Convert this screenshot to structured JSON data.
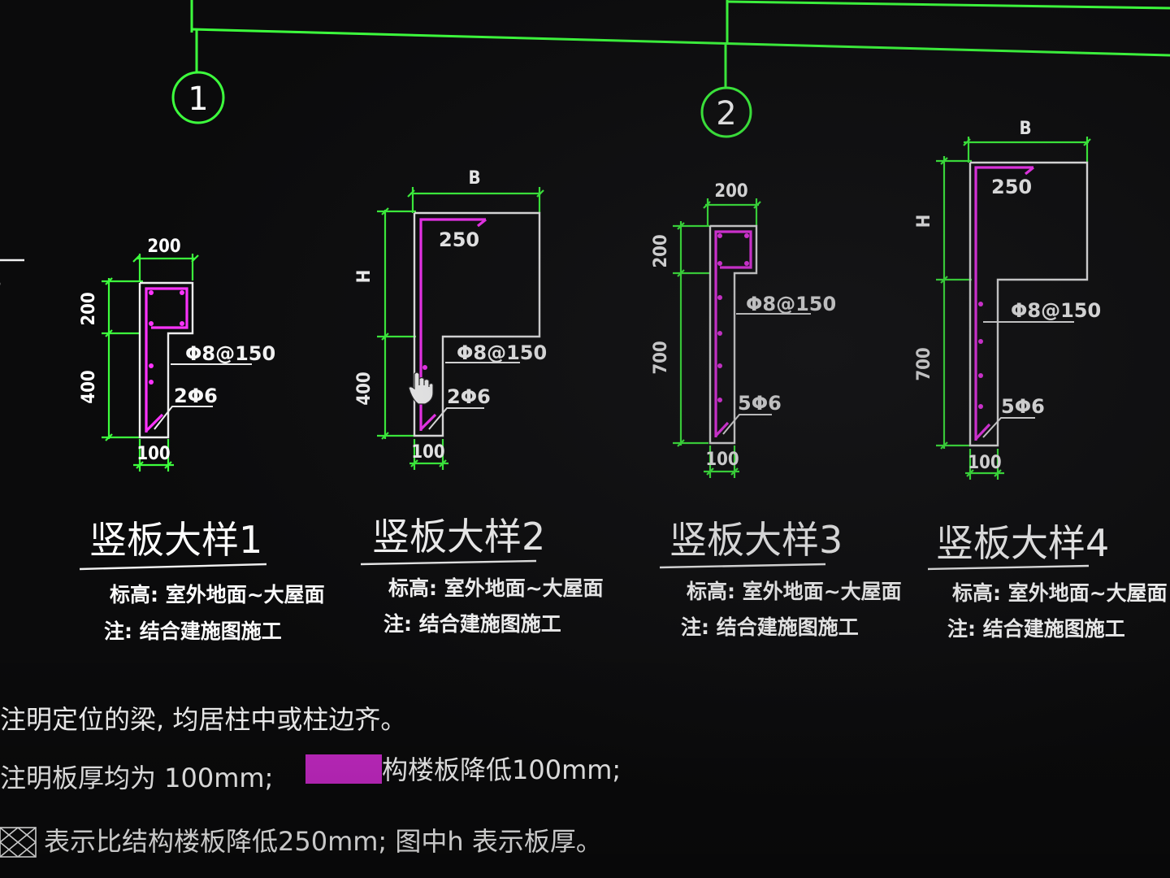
{
  "axes": [
    {
      "label": "1"
    },
    {
      "label": "2"
    }
  ],
  "details": [
    {
      "dims": {
        "width": "200",
        "top": "200",
        "height": "400",
        "bottom": "100"
      },
      "rebar_main": "Φ8@150",
      "rebar_dist": "2Φ6",
      "title": "竖板大样1",
      "elevation": "标高: 室外地面~大屋面",
      "note": "注: 结合建施图施工"
    },
    {
      "dims": {
        "width": "B",
        "flange": "250",
        "height": "H",
        "lower": "400",
        "bottom": "100"
      },
      "rebar_main": "Φ8@150",
      "rebar_dist": "2Φ6",
      "title": "竖板大样2",
      "elevation": "标高: 室外地面~大屋面",
      "note": "注: 结合建施图施工"
    },
    {
      "dims": {
        "width": "200",
        "top": "200",
        "height": "700",
        "bottom": "100"
      },
      "rebar_main": "Φ8@150",
      "rebar_dist": "5Φ6",
      "title": "竖板大样3",
      "elevation": "标高: 室外地面~大屋面",
      "note": "注: 结合建施图施工"
    },
    {
      "dims": {
        "width": "B",
        "flange": "250",
        "height": "H",
        "lower": "700",
        "bottom": "100"
      },
      "rebar_main": "Φ8@150",
      "rebar_dist": "5Φ6",
      "title": "竖板大样4",
      "elevation": "标高: 室外地面~大屋面",
      "note": "注: 结合建施图施工"
    }
  ],
  "notes": [
    {
      "text": "注明定位的梁, 均居柱中或柱边齐。"
    },
    {
      "text": "注明板厚均为 100mm;",
      "text2": "构楼板降低100mm;"
    },
    {
      "text": "表示比结构楼板降低250mm; 图中h 表示板厚。"
    }
  ],
  "colors": {
    "grid": "#3dff3d",
    "rebar": "#ff33ff",
    "line": "#f2f2f2",
    "background": "#0b0b0c"
  }
}
